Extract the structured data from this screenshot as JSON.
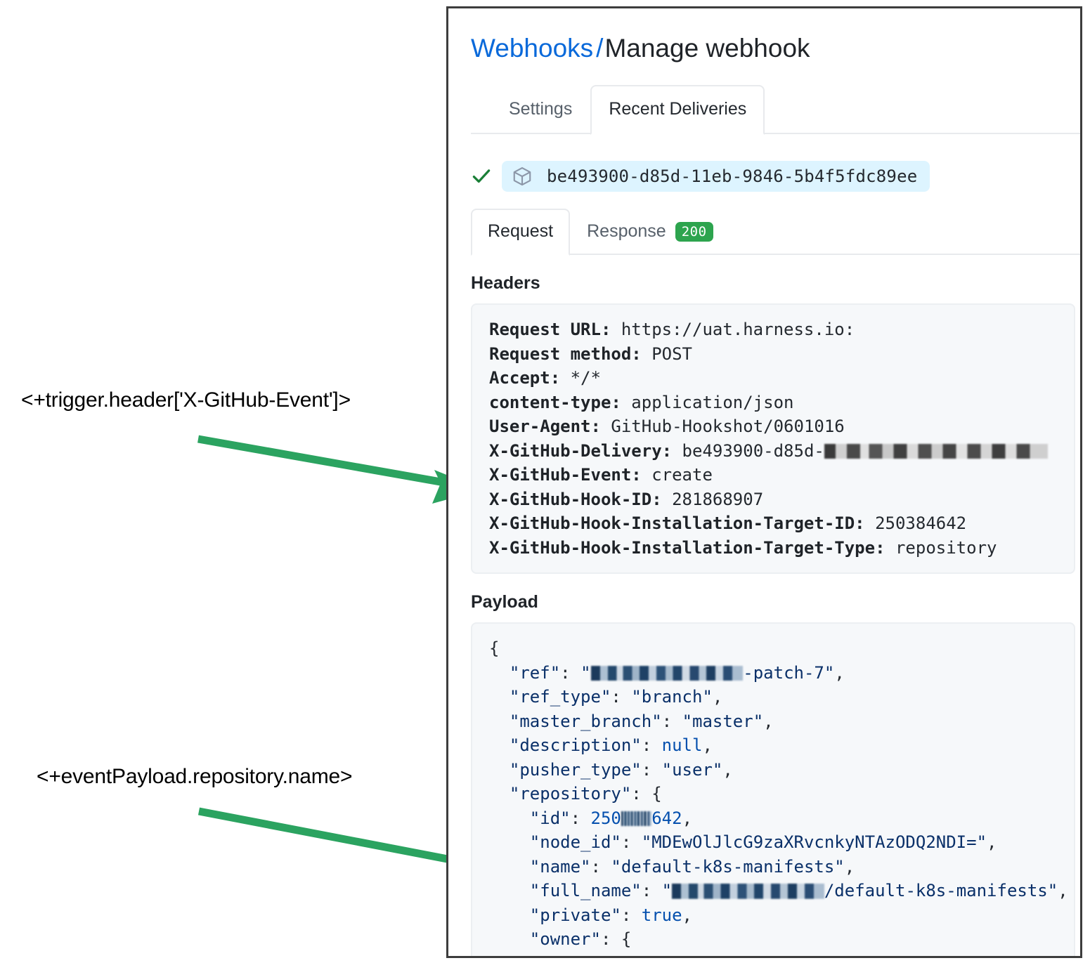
{
  "annotations": [
    {
      "id": "annot-1",
      "text": "<+trigger.header['X-GitHub-Event']>"
    },
    {
      "id": "annot-2",
      "text": "<+eventPayload.repository.name>"
    }
  ],
  "colors": {
    "arrow_green": "#2ba360",
    "link_blue": "#0969da",
    "badge_green": "#2da44e",
    "chip_blue": "#ddf4ff",
    "code_bg": "#f6f8fa",
    "panel_border": "#3d3d3d"
  },
  "panel": {
    "title": {
      "link": "Webhooks",
      "separator": "/",
      "current": "Manage webhook"
    },
    "tabs": [
      {
        "label": "Settings",
        "active": false
      },
      {
        "label": "Recent Deliveries",
        "active": true
      }
    ],
    "delivery": {
      "status_icon": "check-icon",
      "package_icon": "cube-icon",
      "guid": "be493900-d85d-11eb-9846-5b4f5fdc89ee"
    },
    "subtabs": [
      {
        "label": "Request",
        "active": true,
        "badge": null
      },
      {
        "label": "Response",
        "active": false,
        "badge": "200"
      }
    ],
    "headers_section": {
      "heading": "Headers",
      "rows": [
        {
          "key": "Request URL:",
          "value": "https://uat.harness.io:"
        },
        {
          "key": "Request method:",
          "value": "POST"
        },
        {
          "key": "Accept:",
          "value": "*/*"
        },
        {
          "key": "content-type:",
          "value": "application/json"
        },
        {
          "key": "User-Agent:",
          "value": "GitHub-Hookshot/0601016"
        },
        {
          "key": "X-GitHub-Delivery:",
          "value": "be493900-d85d-",
          "redacted_suffix": "11eb-9846-5b4f5fdc89ee"
        },
        {
          "key": "X-GitHub-Event:",
          "value": "create"
        },
        {
          "key": "X-GitHub-Hook-ID:",
          "value": "281868907"
        },
        {
          "key": "X-GitHub-Hook-Installation-Target-ID:",
          "value": "250384642"
        },
        {
          "key": "X-GitHub-Hook-Installation-Target-Type:",
          "value": "repository"
        }
      ]
    },
    "payload_section": {
      "heading": "Payload",
      "lines": [
        {
          "type": "punc",
          "text": "{"
        },
        {
          "type": "kv_redacted_str",
          "key": "\"ref\"",
          "prefix": "",
          "redacted": "michaelcretzman",
          "suffix": "-patch-7",
          "indent": 1
        },
        {
          "type": "kv_str",
          "key": "\"ref_type\"",
          "value": "branch",
          "indent": 1
        },
        {
          "type": "kv_str",
          "key": "\"master_branch\"",
          "value": "master",
          "indent": 1
        },
        {
          "type": "kv_lit",
          "key": "\"description\"",
          "value": "null",
          "indent": 1
        },
        {
          "type": "kv_str",
          "key": "\"pusher_type\"",
          "value": "user",
          "indent": 1
        },
        {
          "type": "kv_open",
          "key": "\"repository\"",
          "indent": 1
        },
        {
          "type": "kv_num_redacted",
          "key": "\"id\"",
          "prefix": "250",
          "redacted": "384",
          "suffix": "642",
          "indent": 2
        },
        {
          "type": "kv_str",
          "key": "\"node_id\"",
          "value": "MDEwOlJlcG9zaXRvcnkyNTAzODQ2NDI=",
          "indent": 2
        },
        {
          "type": "kv_str",
          "key": "\"name\"",
          "value": "default-k8s-manifests",
          "indent": 2
        },
        {
          "type": "kv_redacted_str",
          "key": "\"full_name\"",
          "prefix": "",
          "redacted": "michaelcretzman",
          "suffix": "/default-k8s-manifests",
          "indent": 2
        },
        {
          "type": "kv_lit",
          "key": "\"private\"",
          "value": "true",
          "indent": 2
        },
        {
          "type": "kv_open",
          "key": "\"owner\"",
          "indent": 2
        }
      ]
    }
  }
}
